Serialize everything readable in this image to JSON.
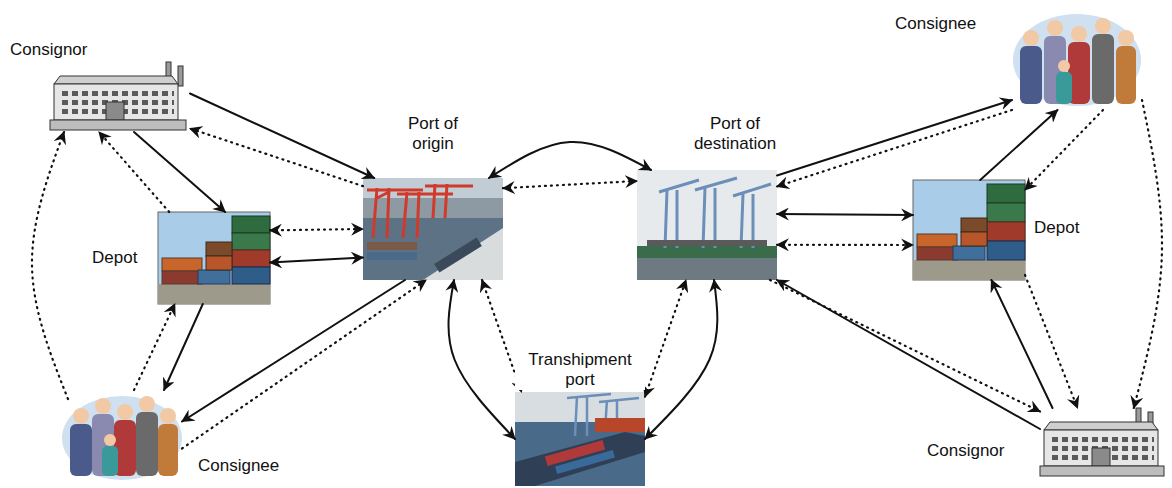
{
  "diagram": {
    "nodes": [
      {
        "text": [
          "Consignor"
        ]
      },
      {
        "text": [
          "Depot"
        ]
      },
      {
        "text": [
          "Consignee"
        ]
      },
      {
        "text": [
          "Port of origin"
        ]
      },
      {
        "text": [
          "Transhipment port"
        ]
      },
      {
        "text": [
          "Port of destination"
        ]
      },
      {
        "text": [
          "Consignee"
        ]
      },
      {
        "text": [
          "Depot"
        ]
      },
      {
        "text": [
          "Consignor"
        ]
      }
    ],
    "edges": [
      {
        "from": 0,
        "to": 3,
        "arrow": "to"
      },
      {
        "from": 3,
        "to": 0,
        "arrow": "to"
      },
      {
        "from": 0,
        "to": 1,
        "arrow": "to"
      },
      {
        "from": 1,
        "to": 0,
        "arrow": "to"
      },
      {
        "from": 2,
        "to": 0,
        "arrow": "to"
      },
      {
        "from": 1,
        "to": 3,
        "arrow": "both"
      },
      {
        "from": 1,
        "to": 3,
        "arrow": "both"
      },
      {
        "from": 1,
        "to": 2,
        "arrow": "to"
      },
      {
        "from": 2,
        "to": 1,
        "arrow": "to"
      },
      {
        "from": 3,
        "to": 2,
        "arrow": "to"
      },
      {
        "from": 2,
        "to": 3,
        "arrow": "to"
      },
      {
        "from": 3,
        "to": 5,
        "arrow": "both"
      },
      {
        "from": 3,
        "to": 5,
        "arrow": "both"
      },
      {
        "from": 3,
        "to": 4,
        "arrow": "both"
      },
      {
        "from": 3,
        "to": 4,
        "arrow": "both"
      },
      {
        "from": 4,
        "to": 5,
        "arrow": "both"
      },
      {
        "from": 4,
        "to": 5,
        "arrow": "both"
      },
      {
        "from": 5,
        "to": 6,
        "arrow": "to"
      },
      {
        "from": 6,
        "to": 5,
        "arrow": "to"
      },
      {
        "from": 5,
        "to": 7,
        "arrow": "both"
      },
      {
        "from": 5,
        "to": 7,
        "arrow": "both"
      },
      {
        "from": 7,
        "to": 6,
        "arrow": "to"
      },
      {
        "from": 6,
        "to": 7,
        "arrow": "to"
      },
      {
        "from": 8,
        "to": 5,
        "arrow": "to"
      },
      {
        "from": 5,
        "to": 8,
        "arrow": "to"
      },
      {
        "from": 8,
        "to": 7,
        "arrow": "to"
      },
      {
        "from": 7,
        "to": 8,
        "arrow": "to"
      },
      {
        "from": 6,
        "to": 8,
        "arrow": "to"
      }
    ]
  }
}
